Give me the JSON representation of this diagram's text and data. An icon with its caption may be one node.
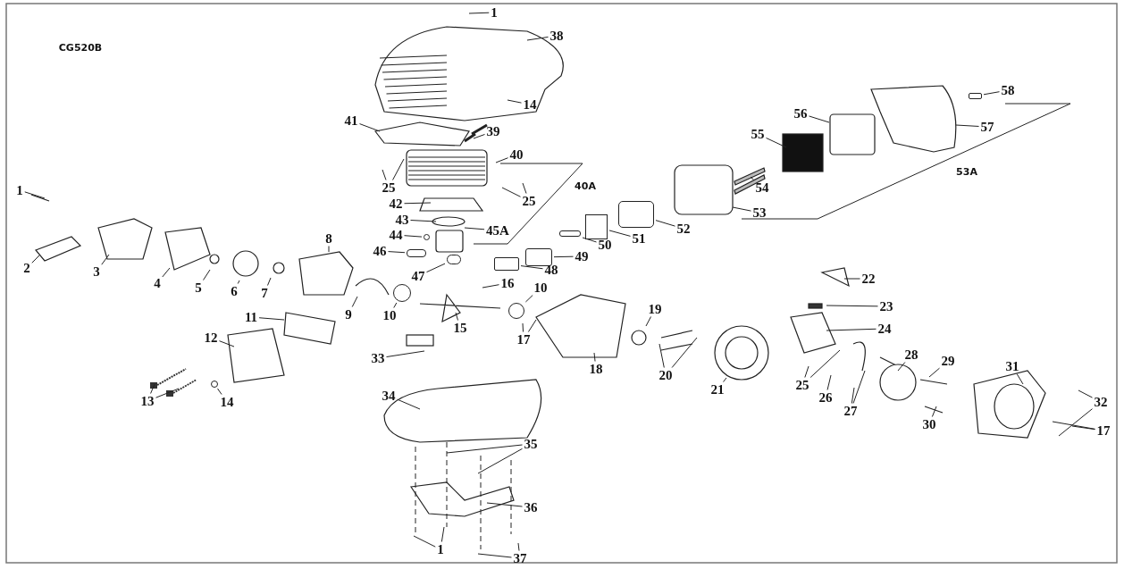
{
  "diagram": {
    "nodes": [
      {
        "text": [
          "1"
        ]
      },
      {
        "text": [
          "38"
        ]
      },
      {
        "text": [
          "14"
        ]
      },
      {
        "text": [
          "41"
        ]
      },
      {
        "text": [
          "39"
        ]
      },
      {
        "text": [
          "40"
        ]
      },
      {
        "text": [
          "25"
        ]
      },
      {
        "text": [
          "25"
        ]
      },
      {
        "text": [
          "42"
        ]
      },
      {
        "text": [
          "43"
        ]
      },
      {
        "text": [
          "45A"
        ]
      },
      {
        "text": [
          "44"
        ]
      },
      {
        "text": [
          "46"
        ]
      },
      {
        "text": [
          "47"
        ]
      },
      {
        "text": [
          "48"
        ]
      },
      {
        "text": [
          "49"
        ]
      },
      {
        "text": [
          "50"
        ]
      },
      {
        "text": [
          "51"
        ]
      },
      {
        "text": [
          "52"
        ]
      },
      {
        "text": [
          "53"
        ]
      },
      {
        "text": [
          "54"
        ]
      },
      {
        "text": [
          "55"
        ]
      },
      {
        "text": [
          "56"
        ]
      },
      {
        "text": [
          "57"
        ]
      },
      {
        "text": [
          "58"
        ]
      },
      {
        "text": [
          "1"
        ]
      },
      {
        "text": [
          "2"
        ]
      },
      {
        "text": [
          "3"
        ]
      },
      {
        "text": [
          "4"
        ]
      },
      {
        "text": [
          "5"
        ]
      },
      {
        "text": [
          "6"
        ]
      },
      {
        "text": [
          "7"
        ]
      },
      {
        "text": [
          "8"
        ]
      },
      {
        "text": [
          "9"
        ]
      },
      {
        "text": [
          "10"
        ]
      },
      {
        "text": [
          "16"
        ]
      },
      {
        "text": [
          "10"
        ]
      },
      {
        "text": [
          "15"
        ]
      },
      {
        "text": [
          "17"
        ]
      },
      {
        "text": [
          "11"
        ]
      },
      {
        "text": [
          "12"
        ]
      },
      {
        "text": [
          "13"
        ]
      },
      {
        "text": [
          "14"
        ]
      },
      {
        "text": [
          "33"
        ]
      },
      {
        "text": [
          "34"
        ]
      },
      {
        "text": [
          "35"
        ]
      },
      {
        "text": [
          "36"
        ]
      },
      {
        "text": [
          "1"
        ]
      },
      {
        "text": [
          "37"
        ]
      },
      {
        "text": [
          "18"
        ]
      },
      {
        "text": [
          "19"
        ]
      },
      {
        "text": [
          "20"
        ]
      },
      {
        "text": [
          "21"
        ]
      },
      {
        "text": [
          "22"
        ]
      },
      {
        "text": [
          "23"
        ]
      },
      {
        "text": [
          "24"
        ]
      },
      {
        "text": [
          "25"
        ]
      },
      {
        "text": [
          "26"
        ]
      },
      {
        "text": [
          "27"
        ]
      },
      {
        "text": [
          "28"
        ]
      },
      {
        "text": [
          "29"
        ]
      },
      {
        "text": [
          "30"
        ]
      },
      {
        "text": [
          "31"
        ]
      },
      {
        "text": [
          "32"
        ]
      },
      {
        "text": [
          "17"
        ]
      },
      {
        "text": [],
        "shape": "box"
      },
      {
        "text": [],
        "shape": "box"
      },
      {
        "text": [],
        "shape": "box"
      },
      {
        "text": [],
        "shape": "box"
      },
      {
        "text": [],
        "shape": "box"
      },
      {
        "text": [],
        "shape": "circle"
      },
      {
        "text": [],
        "shape": "circle"
      },
      {
        "text": [],
        "shape": "box"
      },
      {
        "text": [],
        "shape": "circle"
      },
      {
        "text": [],
        "shape": "circle"
      },
      {
        "text": [],
        "shape": "circle"
      },
      {
        "text": [],
        "shape": "box"
      }
    ],
    "edges": [
      {
        "from": 0,
        "to": null,
        "arrow": "none"
      },
      {
        "from": 1,
        "to": null,
        "arrow": "none"
      },
      {
        "from": 2,
        "to": null,
        "arrow": "none"
      },
      {
        "from": 3,
        "to": null,
        "arrow": "none"
      },
      {
        "from": 4,
        "to": null,
        "arrow": "none"
      },
      {
        "from": 5,
        "to": null,
        "arrow": "none"
      },
      {
        "from": 6,
        "to": null,
        "arrow": "none"
      },
      {
        "from": 6,
        "to": null,
        "arrow": "none"
      },
      {
        "from": 7,
        "to": null,
        "arrow": "none"
      },
      {
        "from": 7,
        "to": null,
        "arrow": "none"
      },
      {
        "from": 8,
        "to": null,
        "arrow": "none"
      },
      {
        "from": 9,
        "to": null,
        "arrow": "none"
      },
      {
        "from": 10,
        "to": null,
        "arrow": "none"
      },
      {
        "from": 11,
        "to": 75,
        "arrow": "none"
      },
      {
        "from": 12,
        "to": 65,
        "arrow": "none"
      },
      {
        "from": 13,
        "to": 71,
        "arrow": "none"
      },
      {
        "from": 14,
        "to": 76,
        "arrow": "none"
      },
      {
        "from": 15,
        "to": 66,
        "arrow": "none"
      },
      {
        "from": 16,
        "to": 67,
        "arrow": "none"
      },
      {
        "from": 17,
        "to": 68,
        "arrow": "none"
      },
      {
        "from": 18,
        "to": 69,
        "arrow": "none"
      },
      {
        "from": 19,
        "to": null,
        "arrow": "none"
      },
      {
        "from": 20,
        "to": null,
        "arrow": "none"
      },
      {
        "from": 21,
        "to": null,
        "arrow": "none"
      },
      {
        "from": 22,
        "to": null,
        "arrow": "none"
      },
      {
        "from": 23,
        "to": null,
        "arrow": "none"
      },
      {
        "from": 24,
        "to": 72,
        "arrow": "none"
      },
      {
        "from": 25,
        "to": null,
        "arrow": "none"
      },
      {
        "from": 26,
        "to": null,
        "arrow": "none"
      },
      {
        "from": 27,
        "to": null,
        "arrow": "none"
      },
      {
        "from": 28,
        "to": null,
        "arrow": "none"
      },
      {
        "from": 29,
        "to": null,
        "arrow": "none"
      },
      {
        "from": 30,
        "to": null,
        "arrow": "none"
      },
      {
        "from": 31,
        "to": null,
        "arrow": "none"
      },
      {
        "from": 32,
        "to": null,
        "arrow": "none"
      },
      {
        "from": 33,
        "to": null,
        "arrow": "none"
      },
      {
        "from": 34,
        "to": 73,
        "arrow": "none"
      },
      {
        "from": 35,
        "to": null,
        "arrow": "none"
      },
      {
        "from": 36,
        "to": 70,
        "arrow": "none"
      },
      {
        "from": 37,
        "to": null,
        "arrow": "none"
      },
      {
        "from": 38,
        "to": null,
        "arrow": "none"
      },
      {
        "from": 38,
        "to": null,
        "arrow": "none"
      },
      {
        "from": 39,
        "to": null,
        "arrow": "none"
      },
      {
        "from": 40,
        "to": null,
        "arrow": "none"
      },
      {
        "from": 41,
        "to": null,
        "arrow": "none"
      },
      {
        "from": 41,
        "to": null,
        "arrow": "none"
      },
      {
        "from": 42,
        "to": 74,
        "arrow": "none"
      },
      {
        "from": 43,
        "to": null,
        "arrow": "none"
      },
      {
        "from": 44,
        "to": null,
        "arrow": "none"
      },
      {
        "from": 45,
        "to": null,
        "arrow": "none"
      },
      {
        "from": 45,
        "to": null,
        "arrow": "none"
      },
      {
        "from": 46,
        "to": null,
        "arrow": "none"
      },
      {
        "from": 47,
        "to": null,
        "arrow": "none"
      },
      {
        "from": 47,
        "to": null,
        "arrow": "none"
      },
      {
        "from": 48,
        "to": null,
        "arrow": "none"
      },
      {
        "from": 48,
        "to": null,
        "arrow": "none"
      },
      {
        "from": 49,
        "to": null,
        "arrow": "none"
      },
      {
        "from": 50,
        "to": null,
        "arrow": "none"
      },
      {
        "from": 51,
        "to": null,
        "arrow": "none"
      },
      {
        "from": 51,
        "to": null,
        "arrow": "none"
      },
      {
        "from": 52,
        "to": null,
        "arrow": "none"
      },
      {
        "from": 53,
        "to": null,
        "arrow": "none"
      },
      {
        "from": 54,
        "to": null,
        "arrow": "none"
      },
      {
        "from": 55,
        "to": null,
        "arrow": "none"
      },
      {
        "from": 56,
        "to": null,
        "arrow": "none"
      },
      {
        "from": 56,
        "to": null,
        "arrow": "none"
      },
      {
        "from": 57,
        "to": null,
        "arrow": "none"
      },
      {
        "from": 58,
        "to": null,
        "arrow": "none"
      },
      {
        "from": 58,
        "to": null,
        "arrow": "none"
      },
      {
        "from": 59,
        "to": null,
        "arrow": "none"
      },
      {
        "from": 60,
        "to": null,
        "arrow": "none"
      },
      {
        "from": 61,
        "to": null,
        "arrow": "none"
      },
      {
        "from": 62,
        "to": null,
        "arrow": "none"
      },
      {
        "from": 63,
        "to": null,
        "arrow": "none"
      },
      {
        "from": 63,
        "to": null,
        "arrow": "none"
      },
      {
        "from": 64,
        "to": null,
        "arrow": "none"
      },
      {
        "from": 64,
        "to": null,
        "arrow": "none"
      }
    ],
    "labels": [
      "CG520B",
      "40A",
      "53A"
    ]
  }
}
